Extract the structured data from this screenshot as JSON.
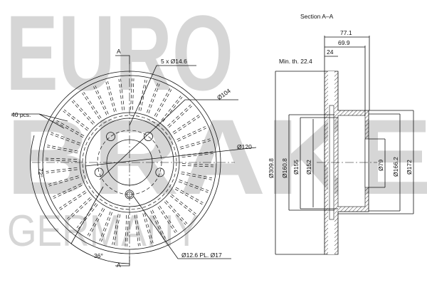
{
  "watermark": {
    "line1": "EURO",
    "line2": "BRAKE",
    "line3": "GERMANY"
  },
  "front_view": {
    "section_marker_top": "A",
    "section_marker_bottom": "A",
    "bolt_holes": "5 x Ø14.6",
    "vanes": "40 pcs.",
    "pcd": "Ø104",
    "centre_bore": "Ø120",
    "angle_72": "72°",
    "angle_36": "36°",
    "threaded_hole": "Ø12.6 PL. Ø17"
  },
  "section_view": {
    "title": "Section A–A",
    "dim_overall_height": "77.1",
    "dim_height": "69.9",
    "dim_thickness": "24",
    "min_thickness": "Min. th. 22.4",
    "dim_outer_diameter": "Ø309.8",
    "dim_160_8": "Ø160.8",
    "dim_155": "Ø155",
    "dim_152": "Ø152",
    "dim_79": "Ø79",
    "dim_166_2": "Ø166.2",
    "dim_172": "Ø172"
  }
}
